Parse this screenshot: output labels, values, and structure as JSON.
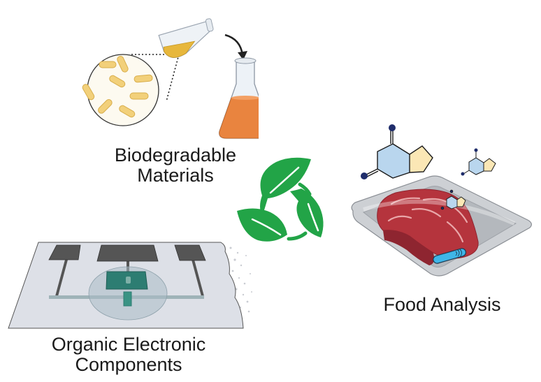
{
  "diagram": {
    "center": {
      "icon": "recycle-leaves-icon",
      "color": "#22a447"
    },
    "sections": [
      {
        "id": "biodegradable",
        "title_line1": "Biodegradable",
        "title_line2": "Materials",
        "icons": [
          "bacteria-petri-dish-icon",
          "pouring-flask-icon",
          "erlenmeyer-flask-icon",
          "arrow-icon"
        ],
        "colors": {
          "culture": "#e8b93a",
          "bacteria": "#f2d07a",
          "product": "#e9843f"
        }
      },
      {
        "id": "food",
        "title": "Food Analysis",
        "icons": [
          "molecule-icon",
          "molecule-small-icon",
          "meat-tray-icon",
          "sensor-tag-icon"
        ],
        "colors": {
          "ring6": "#b9d6ee",
          "ring5": "#fbe7b5",
          "atom": "#1f2d6b",
          "meat": "#b5343d",
          "sensor": "#3fb6e8"
        }
      },
      {
        "id": "electronics",
        "title_line1": "Organic Electronic",
        "title_line2": "Components",
        "icons": [
          "substrate-icon",
          "electrode-pad-icon",
          "transistor-icon",
          "dissolving-edge-icon"
        ],
        "colors": {
          "pad": "#555555",
          "substrate": "#dde0e7",
          "channel": "#2d7d72"
        }
      }
    ]
  }
}
